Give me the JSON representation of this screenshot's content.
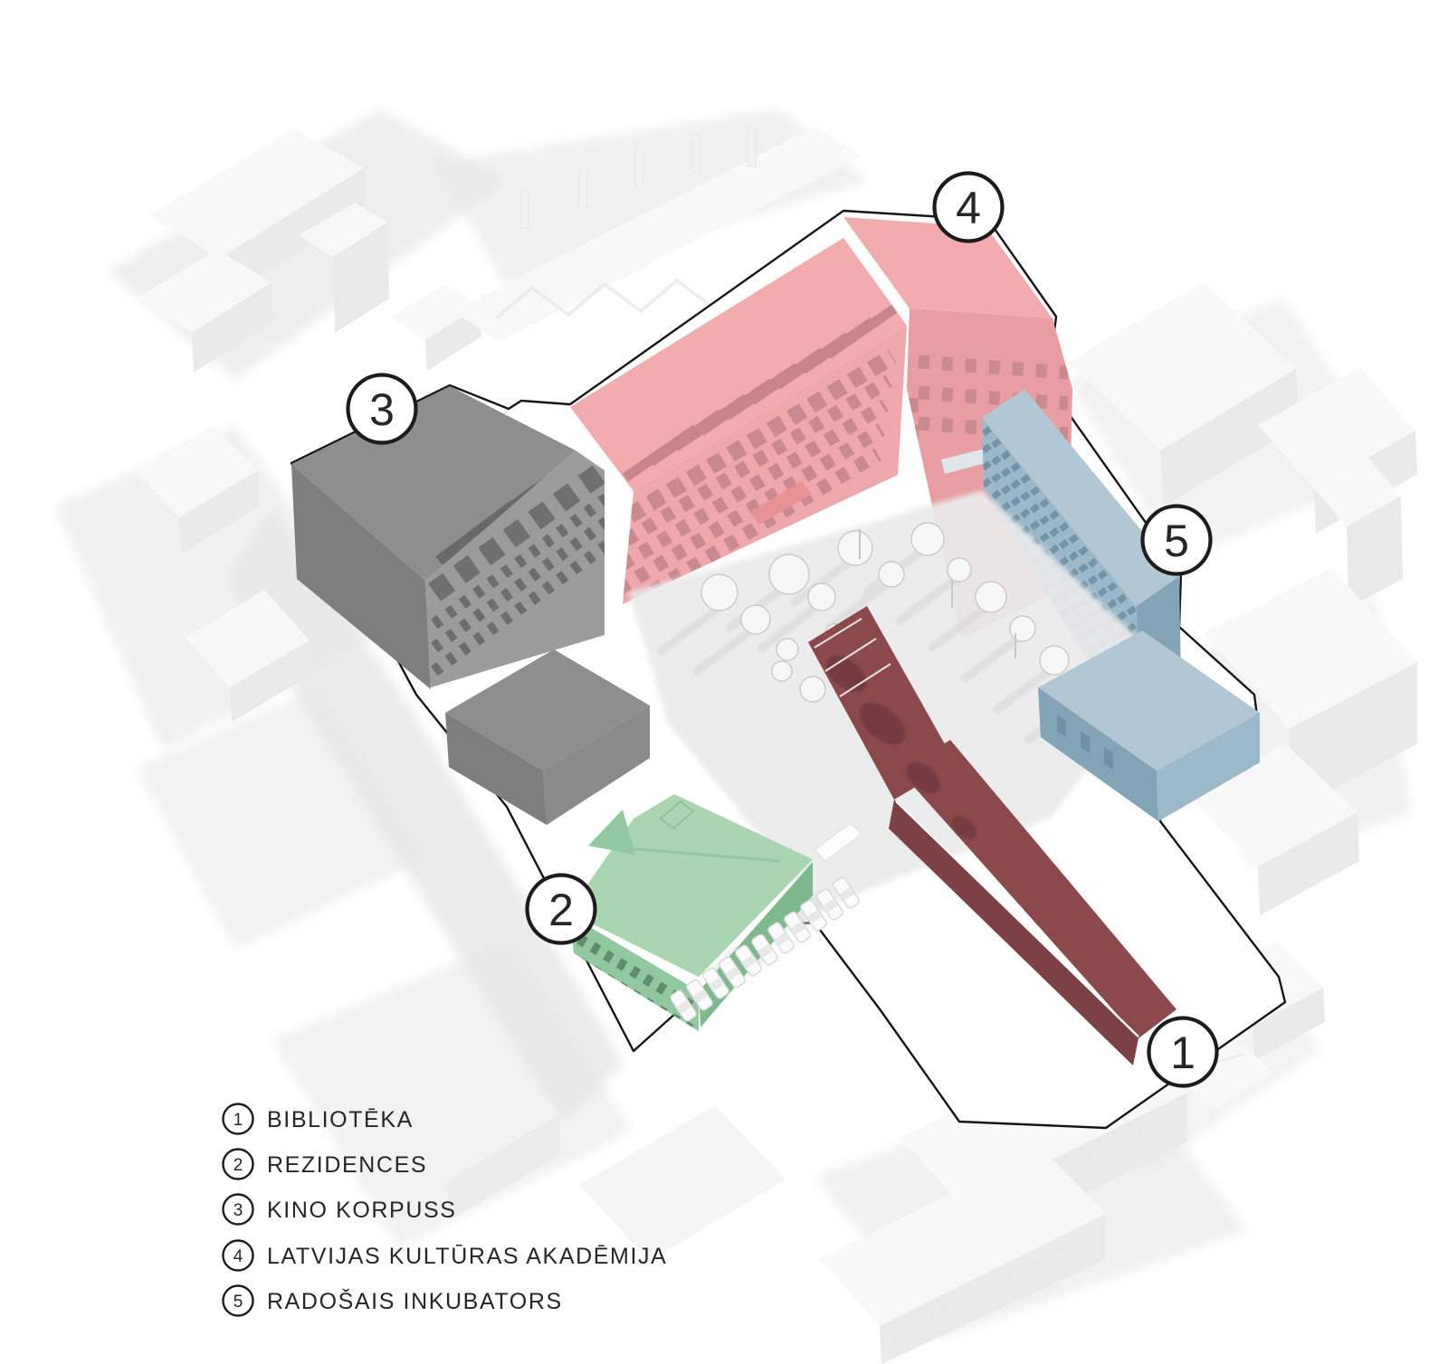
{
  "legend": {
    "items": [
      {
        "num": "1",
        "label": "BIBLIOTĒKA"
      },
      {
        "num": "2",
        "label": "REZIDENCES"
      },
      {
        "num": "3",
        "label": "KINO KORPUSS"
      },
      {
        "num": "4",
        "label": "LATVIJAS KULTŪRAS AKADĒMIJA"
      },
      {
        "num": "5",
        "label": "RADOŠAIS INKUBATORS"
      }
    ]
  },
  "badges": [
    {
      "number": "1"
    },
    {
      "number": "2"
    },
    {
      "number": "3"
    },
    {
      "number": "4"
    },
    {
      "number": "5"
    }
  ],
  "palette": {
    "outline": "#151515",
    "ink": "#262626",
    "badge_ring": "#1c1c1c",
    "badge_fill": "#ffffff",
    "ghost_top": "#f8f8f8",
    "ghost_mid": "#f2f2f2",
    "ghost_side": "#eaeaea",
    "ghost_shadow": "#e7e7e7",
    "court": "#ebebeb",
    "tree_fill": "#f7f7f7",
    "tree_line": "#c9c9c9",
    "tree_shadow": "#d7d7d7",
    "car_fill": "#fbfbfb",
    "car_line": "#d8d8d8",
    "gray_roof": "#8e8e8e",
    "gray_strip": "#696969",
    "gray_wall": "#9b9b9b",
    "gray_wall_dark": "#8a8a8a",
    "gray_side": "#7e7e7e",
    "gray_win": "#6d6d6d",
    "pink_roof": "#f2acae",
    "pink_strip": "#c8858a",
    "pink_wall": "#eea7aa",
    "pink_side": "#e79da2",
    "pink_win": "#c5878c",
    "blue_roof": "#b2c7d4",
    "blue_wall": "#9cb9c9",
    "blue_side": "#83a3b6",
    "blue_win": "#6e91a6",
    "green_roof": "#a9d5b0",
    "green_wall": "#92c8a0",
    "green_side": "#7db98d",
    "green_win": "#4f7a5e",
    "red_roof": "#8b494c",
    "red_side": "#7b4145",
    "red_dark": "#6e393d"
  }
}
